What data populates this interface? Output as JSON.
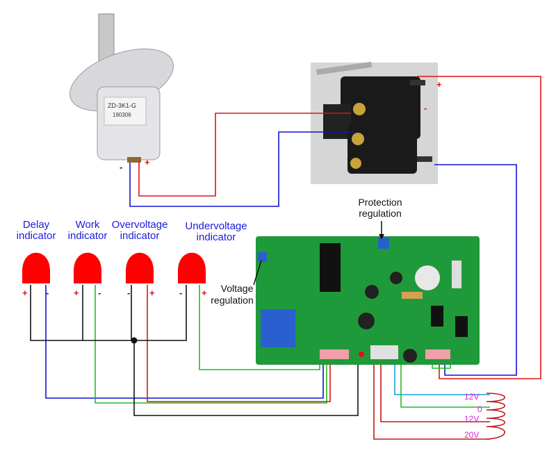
{
  "motor": {
    "model": "ZD-3K1-G",
    "code": "190306",
    "minus": "-",
    "plus": "+"
  },
  "switch": {
    "plus": "+",
    "minus": "-"
  },
  "indicators": [
    {
      "line1": "Delay",
      "line2": "indicator",
      "left": "+",
      "right": "-"
    },
    {
      "line1": "Work",
      "line2": "indicator",
      "left": "+",
      "right": "-"
    },
    {
      "line1": "Overvoltage",
      "line2": "indicator",
      "left": "-",
      "right": "+"
    },
    {
      "line1": "Undervoltage",
      "line2": "indicator",
      "left": "-",
      "right": "+"
    }
  ],
  "board": {
    "protection_line1": "Protection",
    "protection_line2": "regulation",
    "voltage_line1": "Voltage",
    "voltage_line2": "regulation"
  },
  "transformer": {
    "taps": [
      "12V",
      "0",
      "12V",
      "20V"
    ]
  },
  "colors": {
    "red": "#e01010",
    "blue": "#1010d0",
    "green": "#22bb22",
    "cyan": "#1a9ee0",
    "black": "#111111",
    "pcb": "#1f9a3a",
    "led": "#ff0000",
    "label": "#1a1adb",
    "tap": "#e020e0"
  }
}
